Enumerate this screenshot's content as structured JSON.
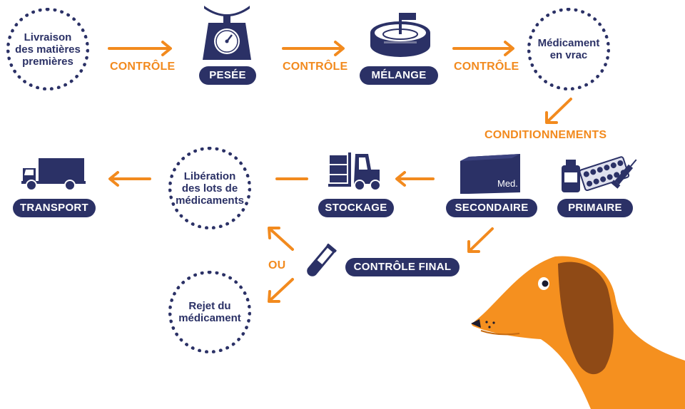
{
  "colors": {
    "navy": "#2b3166",
    "orange": "#f28a1e",
    "dog_orange": "#f5901f",
    "dog_ear": "#8f4a16"
  },
  "nodes": {
    "livraison": "Livraison\ndes matières\npremières",
    "medicament_vrac": "Médicament\nen vrac",
    "liberation": "Libération\ndes lots de\nmédicaments",
    "rejet": "Rejet du\nmédicament"
  },
  "steps": {
    "pesee": "PESÉE",
    "melange": "MÉLANGE",
    "transport": "TRANSPORT",
    "stockage": "STOCKAGE",
    "secondaire": "SECONDAIRE",
    "primaire": "PRIMAIRE",
    "controle_final": "CONTRÔLE FINAL"
  },
  "labels": {
    "controle_1": "CONTRÔLE",
    "controle_2": "CONTRÔLE",
    "controle_3": "CONTRÔLE",
    "conditionnements": "CONDITIONNEMENTS",
    "ou": "OU",
    "med_box": "Med."
  },
  "icons": [
    "scale-icon",
    "mixer-icon",
    "truck-icon",
    "forklift-icon",
    "medicine-box-icon",
    "pills-syringe-icon",
    "test-tube-icon",
    "dog-illustration"
  ]
}
